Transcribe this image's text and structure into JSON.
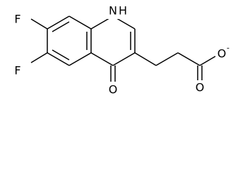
{
  "molecule": {
    "atoms": {
      "nh": "H",
      "n": "N",
      "f_top": "F",
      "f_bottom": "F",
      "o_ketone": "O",
      "o_carbonyl": "O",
      "o_anion": "O",
      "anion_charge": "-"
    }
  }
}
